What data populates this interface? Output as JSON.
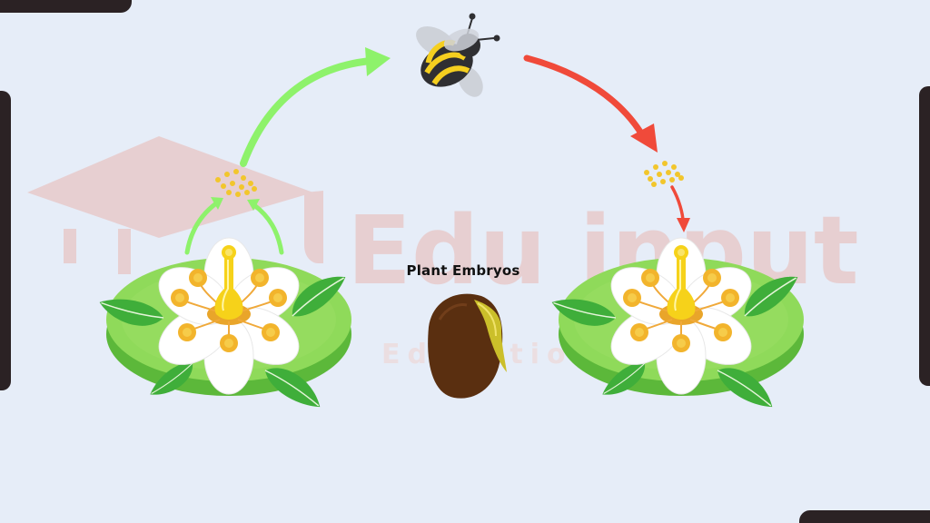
{
  "diagram": {
    "label": "Plant Embryos",
    "watermark": {
      "brand": "Edu input",
      "subtitle": "Education"
    }
  },
  "colors": {
    "background": "#e6edf8",
    "arrow_pickup": "#8ef26b",
    "arrow_delivery": "#f04a3a",
    "pollen": "#f2c62c",
    "petal": "#ffffff",
    "leaf": "#3fae3a",
    "pad": "#7fd34e",
    "seed": "#5a2f10",
    "sprout": "#cbbf2a",
    "bee_stripe": "#f5cf1f",
    "frame": "#2b2224",
    "watermark": "#e9b8b3"
  },
  "icons": [
    "bee-icon",
    "flower-icon",
    "seed-icon",
    "pollen-icon",
    "arrow-icon"
  ]
}
